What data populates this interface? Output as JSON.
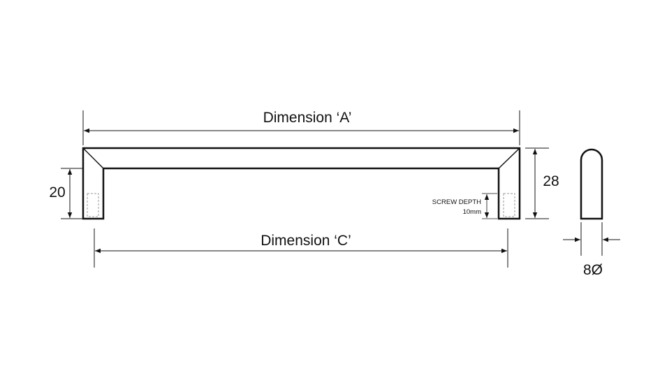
{
  "labels": {
    "dimension_a": "Dimension ‘A’",
    "dimension_c": "Dimension ‘C’",
    "height_20": "20",
    "height_28": "28",
    "screw_depth_title": "SCREW DEPTH",
    "screw_depth_value": "10mm",
    "diameter": "8Ø"
  },
  "colors": {
    "ink": "#111111",
    "hidden_line": "#9a9a9a",
    "background": "#ffffff"
  }
}
